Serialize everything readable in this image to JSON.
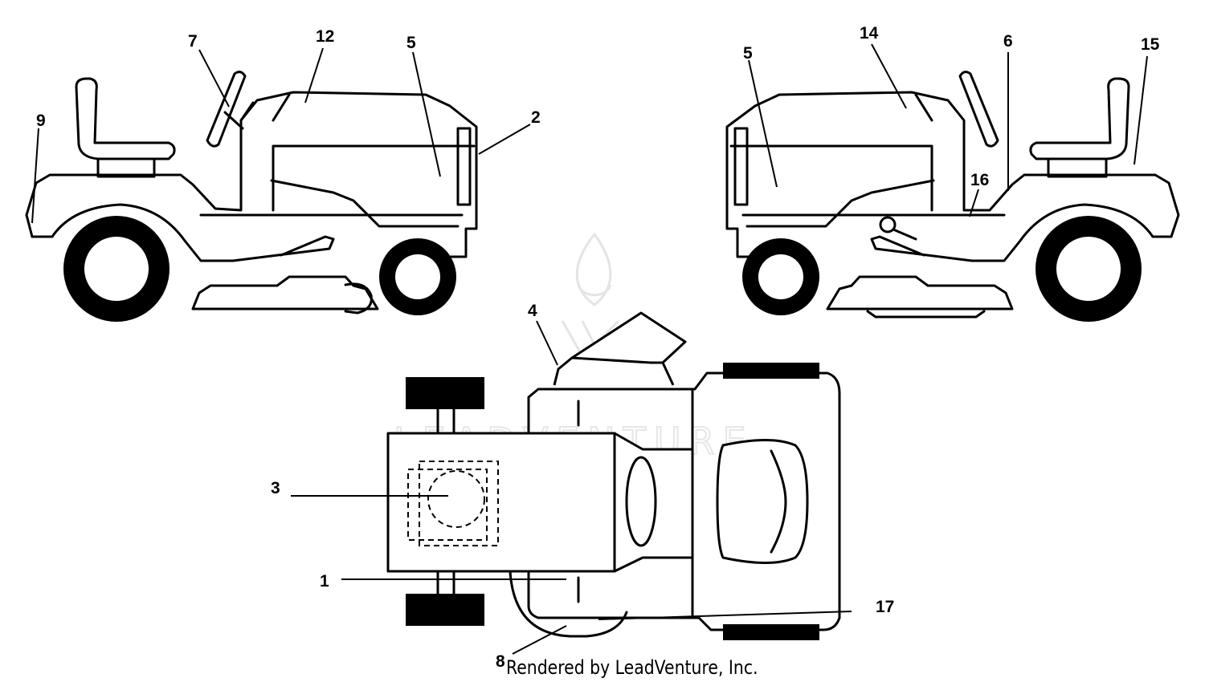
{
  "callouts": {
    "c1": "1",
    "c2": "2",
    "c3": "3",
    "c4": "4",
    "c5a": "5",
    "c5b": "5",
    "c6": "6",
    "c7": "7",
    "c8": "8",
    "c9": "9",
    "c12": "12",
    "c14": "14",
    "c15": "15",
    "c16": "16",
    "c17": "17"
  },
  "watermark": "LEADVENTURE",
  "footer": "Rendered by LeadVenture, Inc."
}
